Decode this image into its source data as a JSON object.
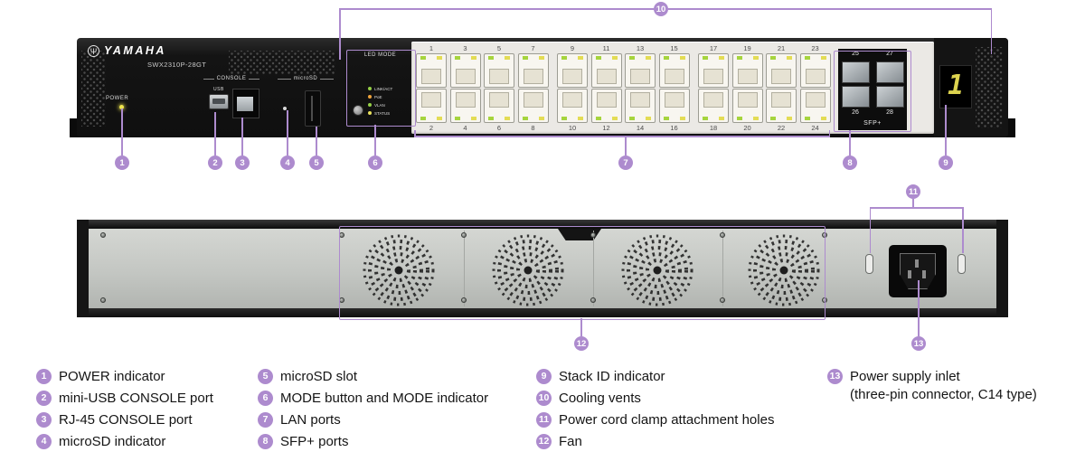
{
  "accent_color": "#ad8bce",
  "product": {
    "brand": "YAMAHA",
    "model": "SWX2310P-28GT"
  },
  "icons": {
    "yamaha_mark": "Ψ"
  },
  "front": {
    "power_label": "POWER",
    "console_label": "CONSOLE",
    "usb_label": "USB",
    "microsd_label": "microSD",
    "led_mode_label": "LED  MODE",
    "mode_leds": [
      {
        "label": "LINK/ACT",
        "color": "#95d046"
      },
      {
        "label": "PoE",
        "color": "#f0a43c"
      },
      {
        "label": "VLAN",
        "color": "#95d046"
      },
      {
        "label": "STATUS",
        "color": "#e8e05c"
      }
    ],
    "lan_top": [
      "1",
      "3",
      "5",
      "7",
      "9",
      "11",
      "13",
      "15",
      "17",
      "19",
      "21",
      "23"
    ],
    "lan_bottom": [
      "2",
      "4",
      "6",
      "8",
      "10",
      "12",
      "14",
      "16",
      "18",
      "20",
      "22",
      "24"
    ],
    "sfp_top": [
      "25",
      "27"
    ],
    "sfp_bottom": [
      "26",
      "28"
    ],
    "sfp_label": "SFP+",
    "stack_id": "1",
    "led_colors": {
      "power": "#eee44e",
      "stack_digit": "#ddd34f",
      "port_green": "#a6d43e",
      "port_yellow": "#e3dc55"
    }
  },
  "callouts": {
    "c1": "1",
    "c2": "2",
    "c3": "3",
    "c4": "4",
    "c5": "5",
    "c6": "6",
    "c7": "7",
    "c8": "8",
    "c9": "9",
    "c10": "10",
    "c11": "11",
    "c12": "12",
    "c13": "13"
  },
  "legend": {
    "col1": [
      {
        "num": "1",
        "label": "POWER indicator"
      },
      {
        "num": "2",
        "label": "mini-USB CONSOLE port"
      },
      {
        "num": "3",
        "label": "RJ-45 CONSOLE port"
      },
      {
        "num": "4",
        "label": "microSD indicator"
      }
    ],
    "col2": [
      {
        "num": "5",
        "label": "microSD slot"
      },
      {
        "num": "6",
        "label": "MODE button and MODE indicator"
      },
      {
        "num": "7",
        "label": "LAN ports"
      },
      {
        "num": "8",
        "label": "SFP+ ports"
      }
    ],
    "col3": [
      {
        "num": "9",
        "label": "Stack ID indicator"
      },
      {
        "num": "10",
        "label": "Cooling vents"
      },
      {
        "num": "11",
        "label": "Power cord clamp attachment holes"
      },
      {
        "num": "12",
        "label": "Fan"
      }
    ],
    "col4": [
      {
        "num": "13",
        "label": "Power supply inlet",
        "label2": "(three-pin connector, C14 type)"
      }
    ]
  }
}
